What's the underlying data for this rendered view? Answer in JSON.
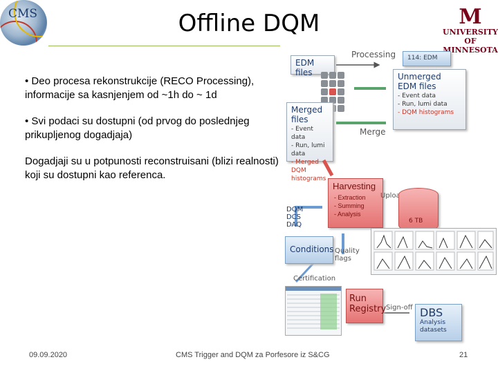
{
  "slide": {
    "title": "Offline DQM",
    "bullets": [
      "• Deo procesa rekonstrukcije (RECO Processing), informacije sa kasnjenjem od ~1h do ~ 1d",
      "• Svi podaci su dostupni (od prvog do poslednjeg prikupljenog dogadjaja)",
      "Dogadjaji su u potpunosti reconstruisani (blizi realnosti) koji su dostupni kao referenca."
    ],
    "footer": {
      "date": "09.09.2020",
      "center": "CMS Trigger and DQM za Porfesore iz S&CG",
      "page": "21"
    }
  },
  "logos": {
    "cms_text": "CMS",
    "umn_letter": "M",
    "umn_line1": "UNIVERSITY",
    "umn_line2": "OF MINNESOTA"
  },
  "diagram": {
    "processing_label": "Processing",
    "edm_files": "EDM files",
    "step_label": "114: EDM",
    "unmerged": {
      "title": "Unmerged EDM files",
      "items": [
        "- Event data",
        "- Run, lumi data",
        "- DQM histograms"
      ]
    },
    "merged": {
      "title": "Merged files",
      "items": [
        "- Event data",
        "- Run, lumi data",
        "- Merged DQM histograms"
      ]
    },
    "merge_label": "Merge",
    "harvesting": {
      "title": "Harvesting",
      "items": [
        "- Extraction",
        "- Summing",
        "- Analysis"
      ]
    },
    "upload_label": "Upload",
    "storage_label": "6 TB",
    "sources": [
      "DQM",
      "DCS",
      "DAQ"
    ],
    "conditions": "Conditions",
    "quality_flags": "Quality flags",
    "certification": "Certification",
    "run_registry": "Run Registry",
    "signoff": "Sign-off",
    "dbs": {
      "title": "DBS",
      "sub": "Analysis datasets"
    }
  },
  "colors": {
    "accent_line": "#9bbb59",
    "umn": "#7a0019",
    "harvest": "#e57373"
  }
}
